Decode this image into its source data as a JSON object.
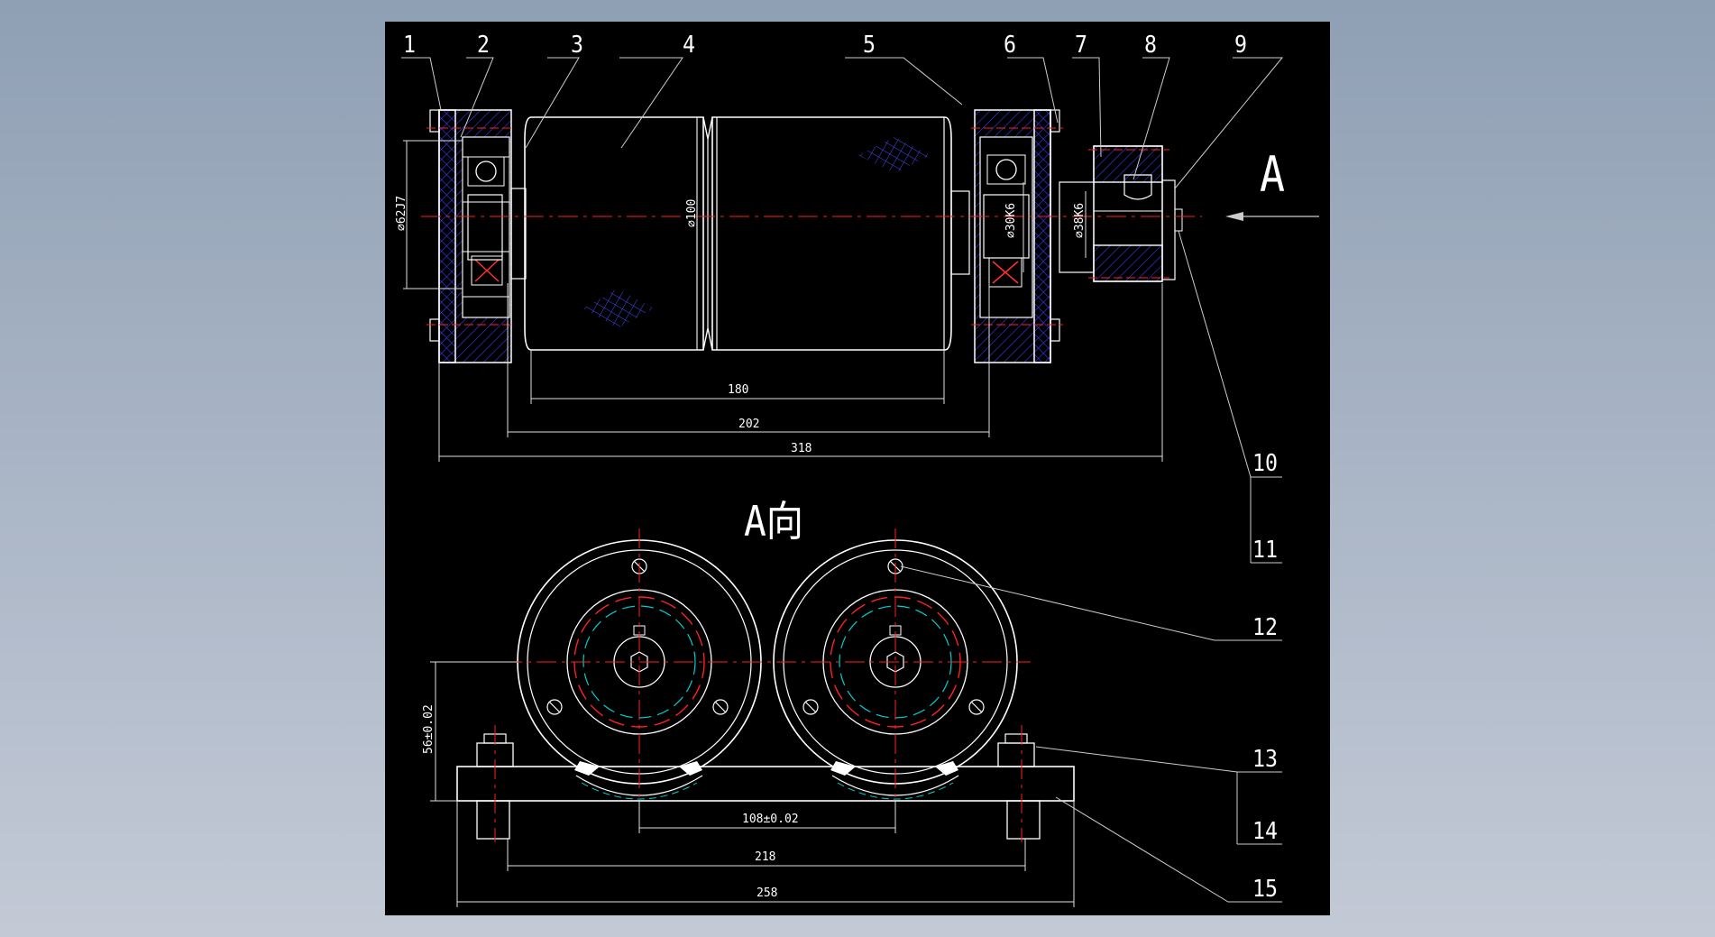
{
  "colors": {
    "app_background_top": "#8f9fb4",
    "app_background_bottom": "#c3cad6",
    "canvas_background": "#000000",
    "outline": "#ffffff",
    "centerline": "#ff2020",
    "hatch": "#3030ff",
    "dimension": "#e0e0e0",
    "hidden_circle": "#00d0d0"
  },
  "part_numbers": [
    "1",
    "2",
    "3",
    "4",
    "5",
    "6",
    "7",
    "8",
    "9",
    "10",
    "11",
    "12",
    "13",
    "14",
    "15"
  ],
  "view_labels": {
    "arrow_letter": "A",
    "view_title": "A向"
  },
  "dimensions": {
    "d_bearing_housing": "∅62J7",
    "d_roller": "∅100",
    "d_shaft": "∅30K6",
    "d_hub": "∅38K6",
    "len_roller": "180",
    "len_between_bearings": "202",
    "len_overall": "318",
    "height_center": "56±0.02",
    "center_distance": "108±0.02",
    "base_hole_spacing": "218",
    "base_length": "258"
  },
  "icons": {
    "bearing": "ball-bearing-icon",
    "roller_bearing": "cross-roller-icon",
    "screw": "slotted-screw-icon"
  }
}
